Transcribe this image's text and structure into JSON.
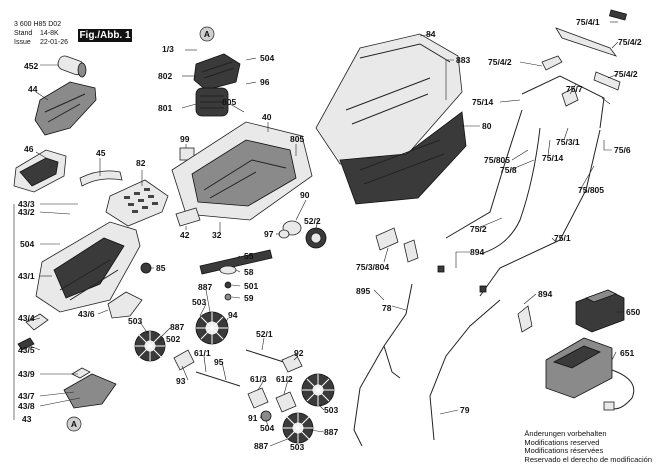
{
  "header": {
    "code": "3 600 H85 D02",
    "stand_label": "Stand",
    "stand_value": "14-8K",
    "issue_label": "Issue",
    "issue_value": "22-01-26",
    "fig_label": "Fig./Abb. 1"
  },
  "markers": [
    "A",
    "A"
  ],
  "labels": {
    "p1_3": "1/3",
    "p452": "452",
    "p44": "44",
    "p46": "46",
    "p45": "45",
    "p82": "82",
    "p802": "802",
    "p801": "801",
    "p805a": "805",
    "p504a": "504",
    "p96": "96",
    "p40": "40",
    "p99": "99",
    "p805b": "805",
    "p90": "90",
    "p52_2": "52/2",
    "p97": "97",
    "p42": "42",
    "p32": "32",
    "p43_3": "43/3",
    "p43_2": "43/2",
    "p504b": "504",
    "p43_1": "43/1",
    "p43_4": "43/4",
    "p43_5": "43/5",
    "p43_6": "43/6",
    "p85": "85",
    "p55": "55",
    "p58": "58",
    "p501": "501",
    "p59": "59",
    "p887a": "887",
    "p503a": "503",
    "p502": "502",
    "p94": "94",
    "p503b": "503",
    "p887b": "887",
    "p52_1": "52/1",
    "p61_1": "61/1",
    "p95": "95",
    "p93": "93",
    "p92": "92",
    "p43_9": "43/9",
    "p43_7": "43/7",
    "p43_8": "43/8",
    "p43": "43",
    "p61_3": "61/3",
    "p61_2": "61/2",
    "p91": "91",
    "p504c": "504",
    "p887c": "887",
    "p503c": "503",
    "p503d": "503",
    "p887d": "887",
    "p84": "84",
    "p883": "883",
    "p80": "80",
    "p75_4_1": "75/4/1",
    "p75_4_2a": "75/4/2",
    "p75_4_2b": "75/4/2",
    "p75_4_2c": "75/4/2",
    "p75_7": "75/7",
    "p75_14a": "75/14",
    "p75_3_1": "75/3/1",
    "p75_14b": "75/14",
    "p75_805a": "75/805",
    "p75_8": "75/8",
    "p75_6": "75/6",
    "p75_805b": "75/805",
    "p75_2": "75/2",
    "p75_1": "75/1",
    "p894a": "894",
    "p75_3_804": "75/3/804",
    "p895": "895",
    "p894b": "894",
    "p78": "78",
    "p79": "79",
    "p650": "650",
    "p651": "651"
  },
  "notes": {
    "line1": "Änderungen vorbehalten",
    "line2": "Modifications reserved",
    "line3": "Modifications réservées",
    "line4": "Reservado el derecho de modificación"
  }
}
